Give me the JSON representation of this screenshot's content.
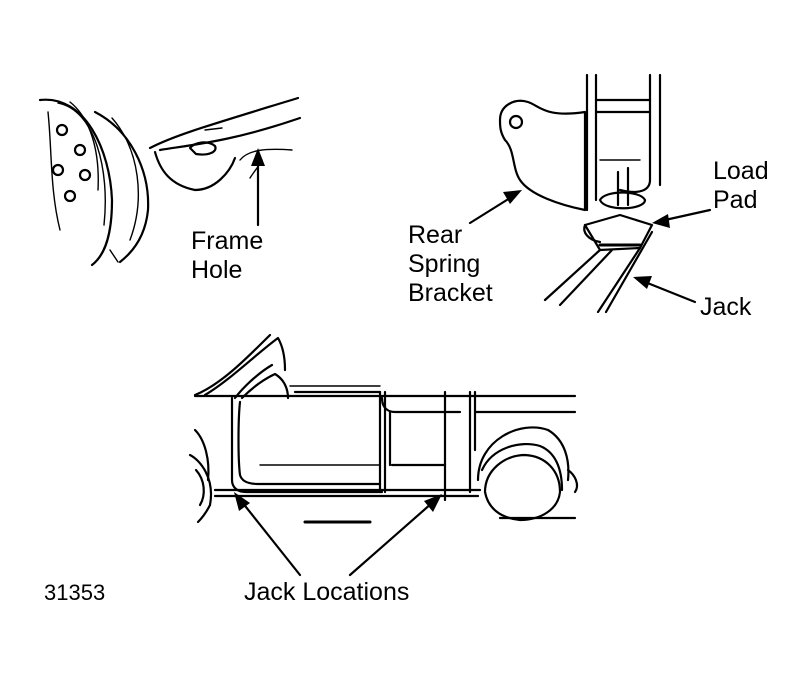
{
  "figure_id": "31353",
  "labels": {
    "frame_hole": [
      "Frame",
      "Hole"
    ],
    "rear_spring_bracket": [
      "Rear",
      "Spring",
      "Bracket"
    ],
    "load_pad": [
      "Load",
      "Pad"
    ],
    "jack": "Jack",
    "jack_locations": "Jack Locations"
  },
  "colors": {
    "ink": "#000000",
    "paper": "#ffffff"
  }
}
